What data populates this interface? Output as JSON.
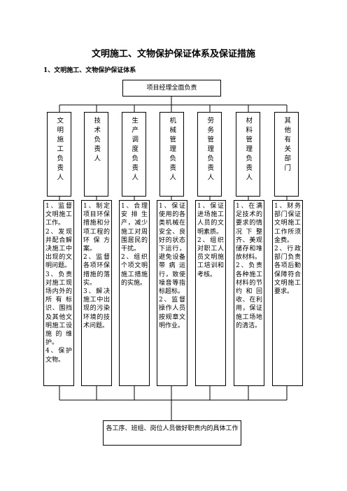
{
  "page": {
    "title": "文明施工、文物保护保证体系及保证措施",
    "section_heading": "1、文明施工、文物保护保证体系"
  },
  "top": {
    "label": "项目经理全面负责"
  },
  "departments": [
    {
      "label": "文明施工负责人",
      "duties": "1、监督文明施工工作。\n2、发现并配合解决施工中出现的文明问题。\n3、负责对施工现场内外的所有标识、围挡及其他文明施工设施的维护。\n4、保护文物。"
    },
    {
      "label": "技术负责人",
      "duties": "1、制定项目环保措施和分项工程的环保方案。\n2、监督各项环保措施的落实。\n3、解决施工中出现的污染环境的技术问题。"
    },
    {
      "label": "生产调度负责人",
      "duties": "1、合理安排生产，减少施工对周围居民的干扰。\n2、组织个项文明施工措施的实施。"
    },
    {
      "label": "机械管理负责人",
      "duties": "1、保证使用的各类机械在安全、良好的状态下运行，避免设备带病运行，致使噪音等指标超标。\n2、监督操作人员按规章文明作业。"
    },
    {
      "label": "劳务管理负责人",
      "duties": "1、保证进场施工人员的文明素质。\n2、组织对职工人员文明施工培训和考核。"
    },
    {
      "label": "材料管理负责人",
      "duties": "1、在满足技术的要求的情况下整齐、美观储存和堆放材料。\n2、负责各种施工材料的节约和回收、在利用，保证施工场地的清洁。"
    },
    {
      "label": "其他有关部门",
      "duties": "1、财务部门保证文明施工工作所须金费。\n2、行政部门负责各项后勤保障符合文明施工要求。"
    }
  ],
  "bottom": {
    "label": "各工序、班组、岗位人员做好职责内的具体工作"
  }
}
